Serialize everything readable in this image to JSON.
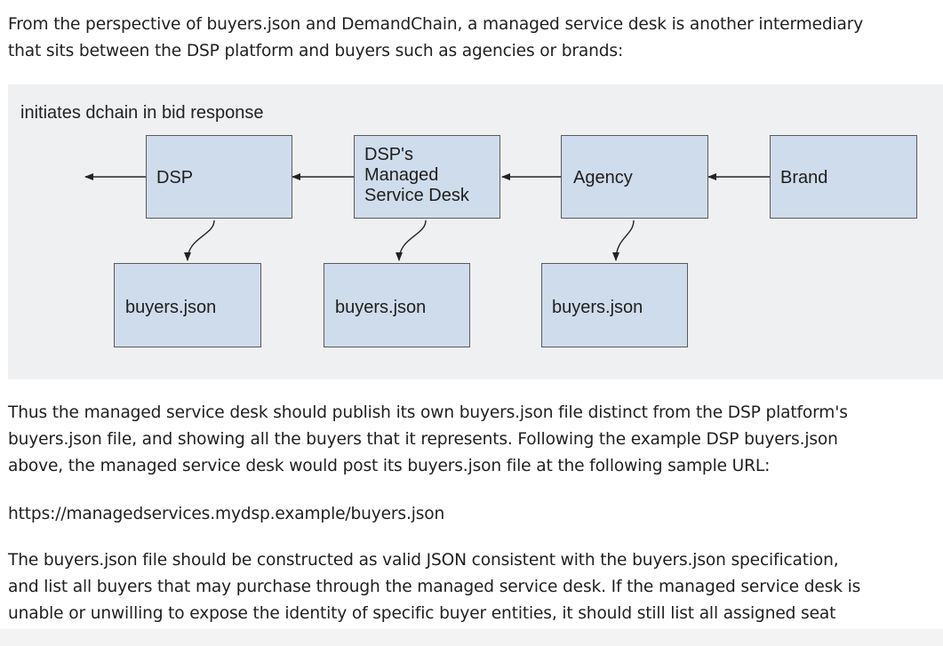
{
  "intro": {
    "line1": "From the perspective of buyers.json and DemandChain, a managed service desk is another intermediary",
    "line2": "that sits between the DSP platform and buyers such as agencies or brands:"
  },
  "diagram": {
    "caption": "initiates dchain in bid response",
    "top_boxes": [
      {
        "label": "DSP"
      },
      {
        "label": "DSP's\nManaged\nService Desk"
      },
      {
        "label": "Agency"
      },
      {
        "label": "Brand"
      }
    ],
    "file_boxes": [
      {
        "label": "buyers.json"
      },
      {
        "label": "buyers.json"
      },
      {
        "label": "buyers.json"
      }
    ]
  },
  "body": {
    "p1": [
      "Thus the managed service desk should publish its own buyers.json file distinct from the DSP platform's",
      "buyers.json file, and showing all the buyers that it represents. Following the example DSP buyers.json",
      "above, the managed service desk would post its buyers.json file at the following sample URL:"
    ],
    "url": "https://managedservices.mydsp.example/buyers.json",
    "p3": [
      "The buyers.json file should be constructed as valid JSON consistent with the buyers.json specification,",
      "and list all buyers that may purchase through the managed service desk. If the managed service desk is",
      "unable or unwilling to expose the identity of specific buyer entities, it should still list all assigned seat"
    ]
  }
}
